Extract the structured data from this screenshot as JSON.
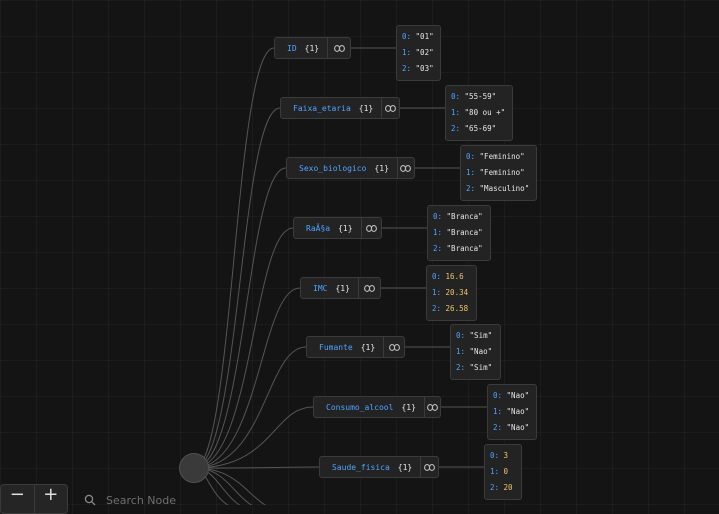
{
  "graph": {
    "nodes": [
      {
        "key": "ID",
        "count": "{1}",
        "values": [
          {
            "index": "0:",
            "value": "\"01\"",
            "kind": "str"
          },
          {
            "index": "1:",
            "value": "\"02\"",
            "kind": "str"
          },
          {
            "index": "2:",
            "value": "\"03\"",
            "kind": "str"
          }
        ]
      },
      {
        "key": "Faixa_etaria",
        "count": "{1}",
        "values": [
          {
            "index": "0:",
            "value": "\"55-59\"",
            "kind": "str"
          },
          {
            "index": "1:",
            "value": "\"80 ou +\"",
            "kind": "str"
          },
          {
            "index": "2:",
            "value": "\"65-69\"",
            "kind": "str"
          }
        ]
      },
      {
        "key": "Sexo_biologico",
        "count": "{1}",
        "values": [
          {
            "index": "0:",
            "value": "\"Feminino\"",
            "kind": "str"
          },
          {
            "index": "1:",
            "value": "\"Feminino\"",
            "kind": "str"
          },
          {
            "index": "2:",
            "value": "\"Masculino\"",
            "kind": "str"
          }
        ]
      },
      {
        "key": "RaÃ§a",
        "count": "{1}",
        "values": [
          {
            "index": "0:",
            "value": "\"Branca\"",
            "kind": "str"
          },
          {
            "index": "1:",
            "value": "\"Branca\"",
            "kind": "str"
          },
          {
            "index": "2:",
            "value": "\"Branca\"",
            "kind": "str"
          }
        ]
      },
      {
        "key": "IMC",
        "count": "{1}",
        "values": [
          {
            "index": "0:",
            "value": "16.6",
            "kind": "num"
          },
          {
            "index": "1:",
            "value": "20.34",
            "kind": "num"
          },
          {
            "index": "2:",
            "value": "26.58",
            "kind": "num"
          }
        ]
      },
      {
        "key": "Fumante",
        "count": "{1}",
        "values": [
          {
            "index": "0:",
            "value": "\"Sim\"",
            "kind": "str"
          },
          {
            "index": "1:",
            "value": "\"Nao\"",
            "kind": "str"
          },
          {
            "index": "2:",
            "value": "\"Sim\"",
            "kind": "str"
          }
        ]
      },
      {
        "key": "Consumo_alcool",
        "count": "{1}",
        "values": [
          {
            "index": "0:",
            "value": "\"Nao\"",
            "kind": "str"
          },
          {
            "index": "1:",
            "value": "\"Nao\"",
            "kind": "str"
          },
          {
            "index": "2:",
            "value": "\"Nao\"",
            "kind": "str"
          }
        ]
      },
      {
        "key": "Saude_fisica",
        "count": "{1}",
        "values": [
          {
            "index": "0:",
            "value": "3",
            "kind": "num"
          },
          {
            "index": "1:",
            "value": "0",
            "kind": "num"
          },
          {
            "index": "2:",
            "value": "20",
            "kind": "num"
          }
        ]
      }
    ]
  },
  "toolbar": {
    "zoom_out_label": "−",
    "zoom_in_label": "+"
  },
  "search": {
    "placeholder": "Search Node"
  },
  "colors": {
    "key": "#4fa3ff",
    "string": "#e6e6e6",
    "number": "#f0c36a",
    "edge": "#555555"
  },
  "icons": {
    "link": "link-icon",
    "search": "search-icon"
  }
}
